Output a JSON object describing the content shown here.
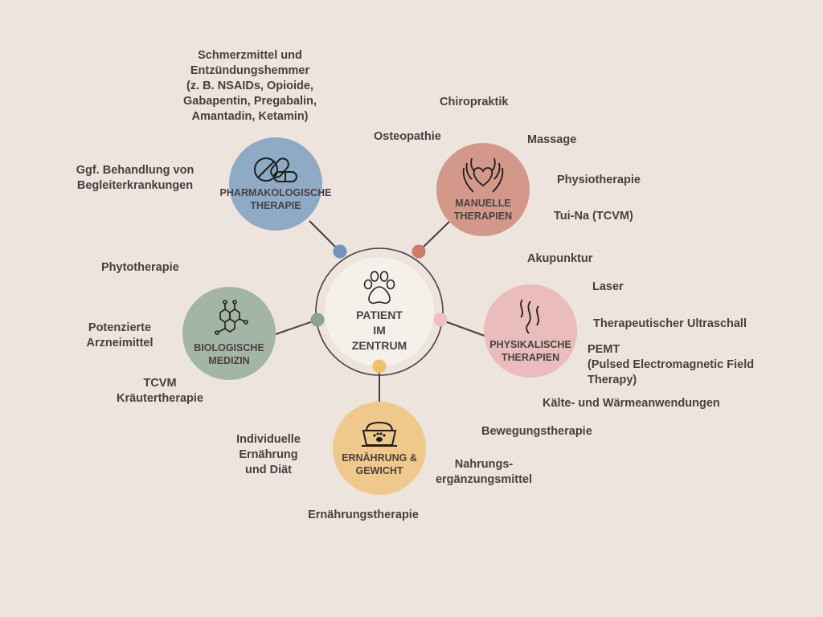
{
  "center": {
    "title": "PATIENT\nIM\nZENTRUM",
    "icon": "paw-icon"
  },
  "colors": {
    "background": "#ede4de",
    "pharma": "#8eaac5",
    "manual": "#d4988a",
    "physical": "#ebbcbc",
    "biological": "#a3b5a5",
    "nutrition": "#efc98c"
  },
  "nodes": {
    "pharma": {
      "title": "PHARMAKOLOGISCHE\nTHERAPIE",
      "icon": "pills-icon"
    },
    "manual": {
      "title": "MANUELLE\nTHERAPIEN",
      "icon": "hands-heart-icon"
    },
    "physical": {
      "title": "PHYSIKALISCHE\nTHERAPIEN",
      "icon": "heat-waves-icon"
    },
    "biological": {
      "title": "BIOLOGISCHE\nMEDIZIN",
      "icon": "molecule-icon"
    },
    "nutrition": {
      "title": "ERNÄHRUNG &\nGEWICHT",
      "icon": "food-bowl-icon"
    }
  },
  "labels": {
    "pharma": [
      "Schmerzmittel und\nEntzündungshemmer\n(z. B. NSAIDs, Opioide,\nGabapentin, Pregabalin,\nAmantadin, Ketamin)",
      "Ggf. Behandlung von\nBegleiterkrankungen"
    ],
    "manual": [
      "Chiropraktik",
      "Osteopathie",
      "Massage",
      "Physiotherapie",
      "Tui-Na (TCVM)"
    ],
    "physical": [
      "Akupunktur",
      "Laser",
      "Therapeutischer Ultraschall",
      "PEMT\n(Pulsed Electromagnetic Field\nTherapy)",
      "Kälte- und Wärmeanwendungen",
      "Bewegungstherapie"
    ],
    "biological": [
      "Phytotherapie",
      "Potenzierte\nArzneimittel",
      "TCVM\nKräutertherapie"
    ],
    "nutrition": [
      "Individuelle\nErnährung\nund Diät",
      "Nahrungs-\nergänzungsmittel",
      "Ernährungstherapie"
    ]
  }
}
